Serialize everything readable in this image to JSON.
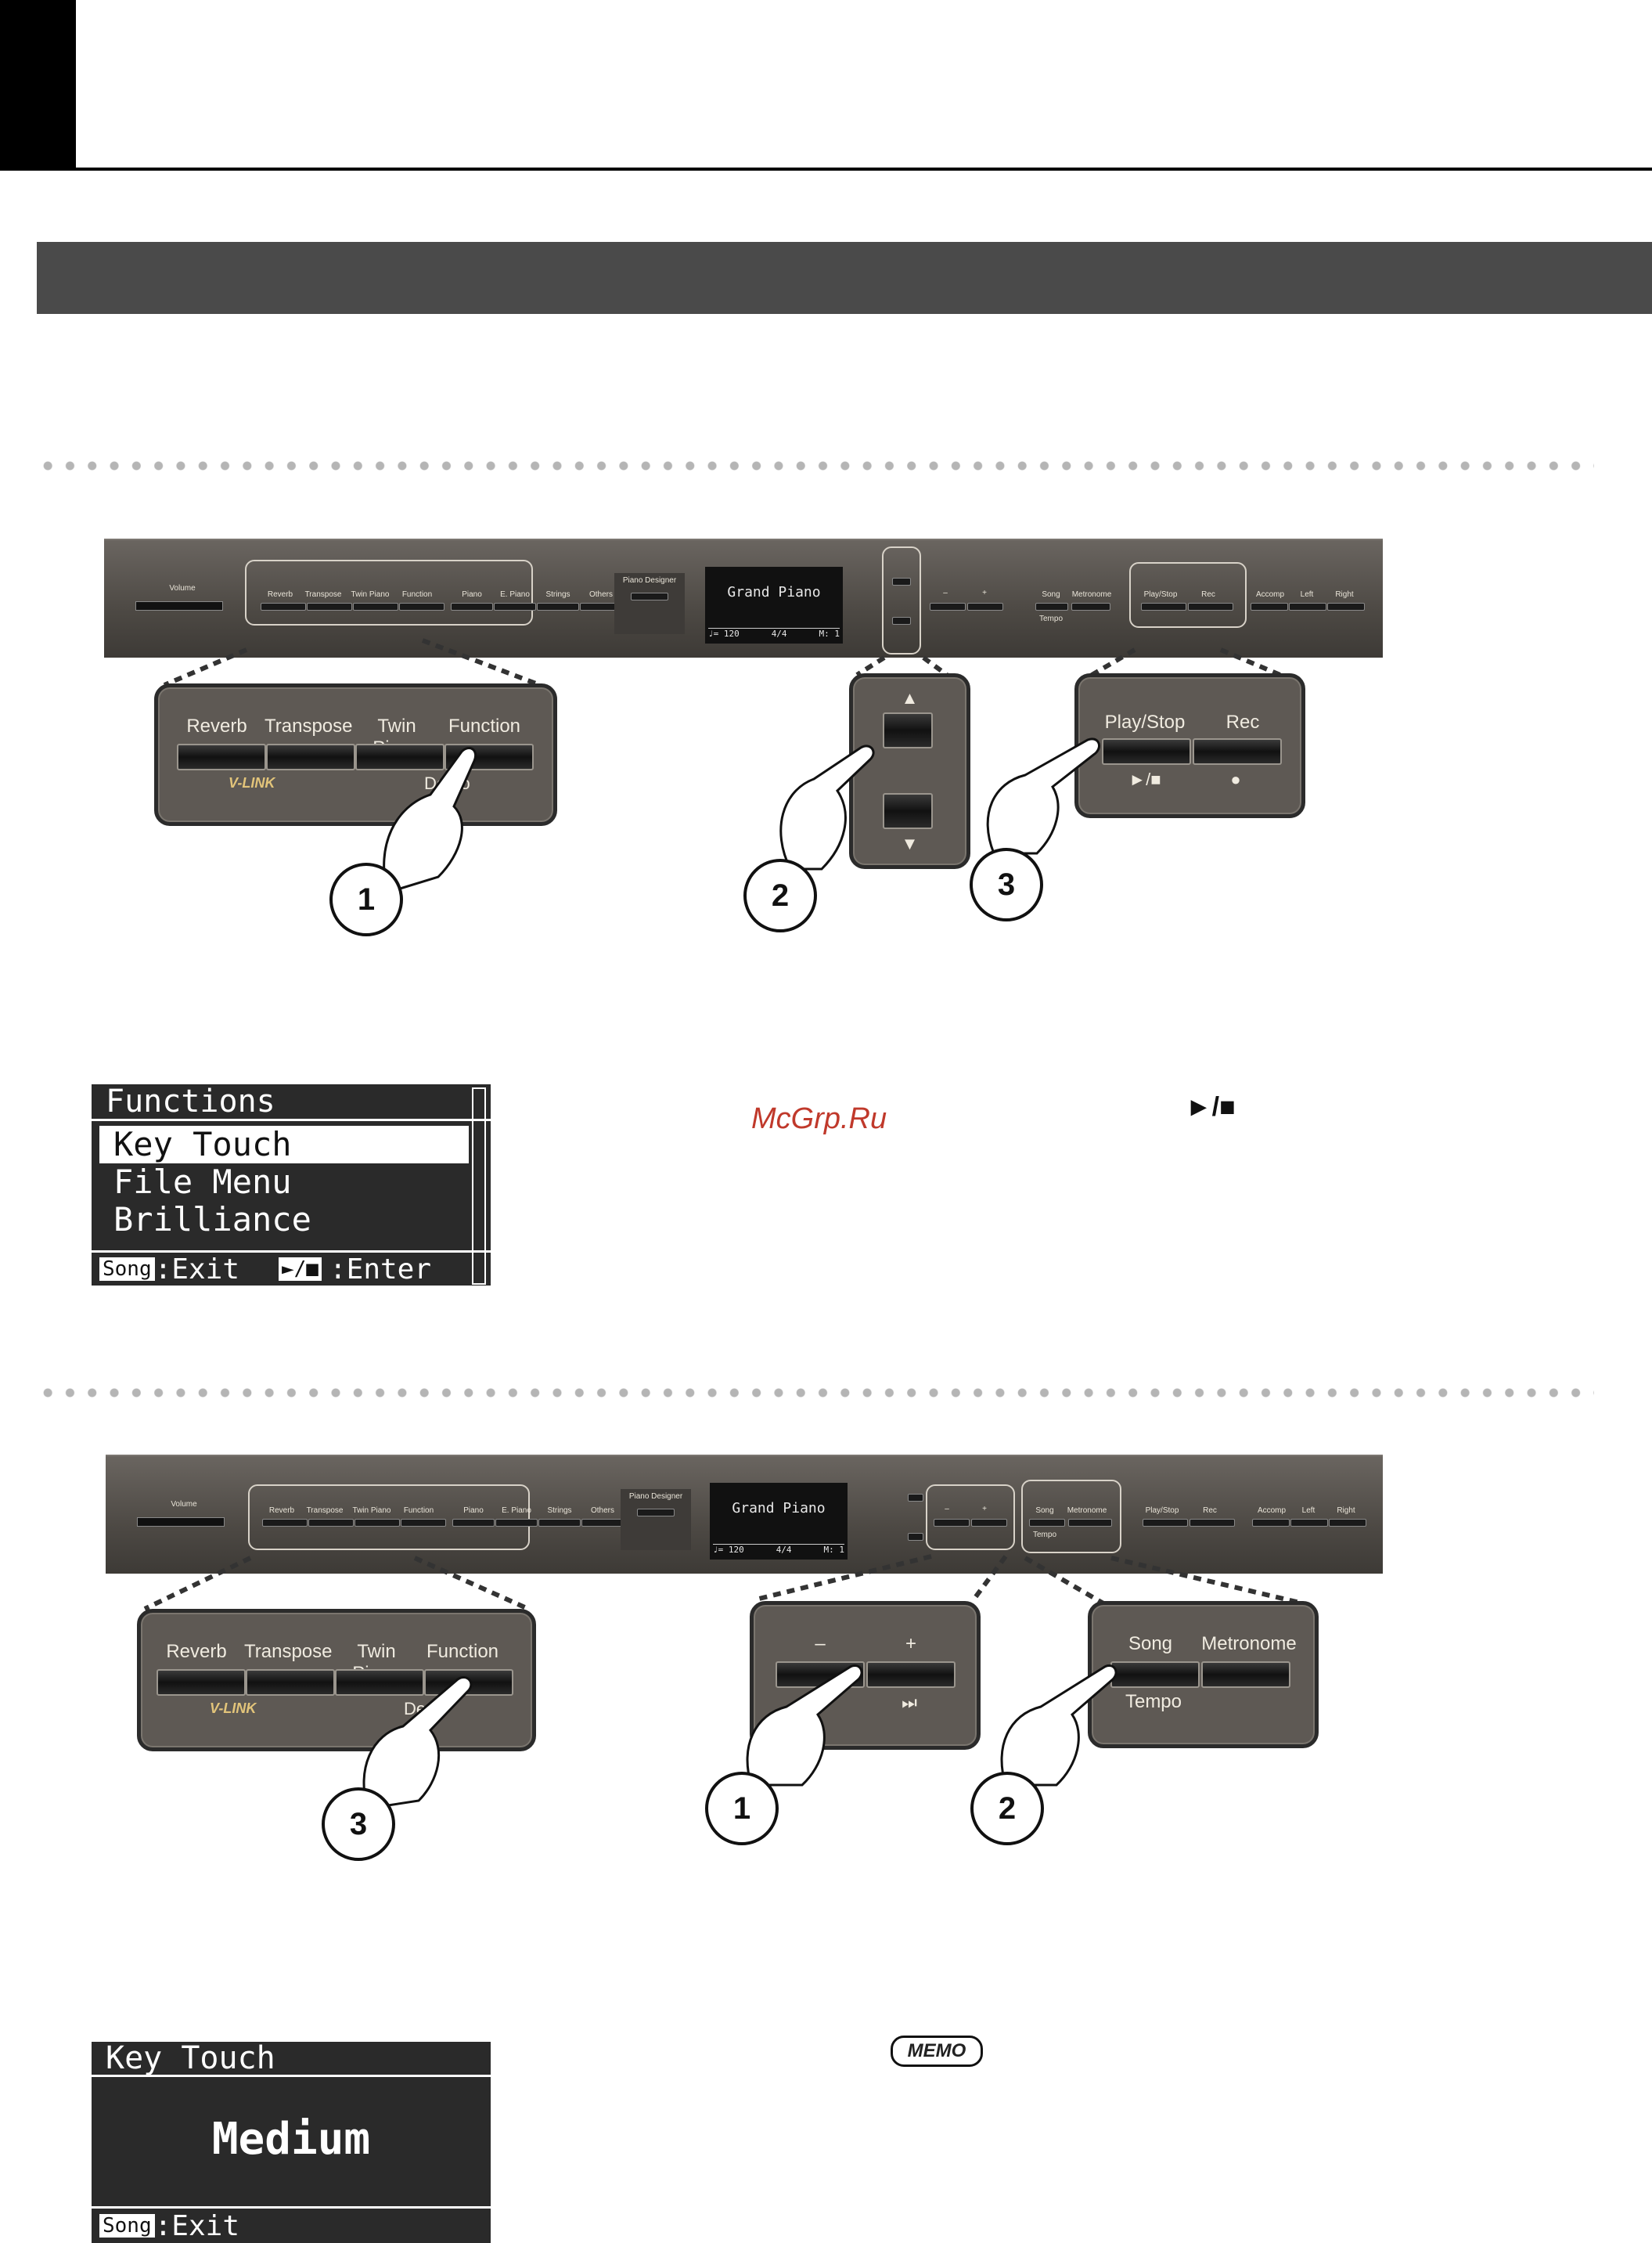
{
  "panel": {
    "volume_label": "Volume",
    "group1_labels": [
      "Reverb",
      "Transpose",
      "Twin Piano",
      "Function"
    ],
    "vlink_label": "V-LINK",
    "demo_label": "Demo",
    "tone_labels": [
      "Piano",
      "E. Piano",
      "Strings",
      "Others"
    ],
    "piano_designer_label": "Piano Designer",
    "display_title": "Grand Piano",
    "display_tempo": "♩= 120",
    "display_beat": "4/4",
    "display_measure": "M:   1",
    "minus_label": "–",
    "plus_label": "+",
    "rewind_icon": "⏮",
    "ffwd_icon": "⏭",
    "song_labels": [
      "Song",
      "Metronome"
    ],
    "tempo_label": "Tempo",
    "play_labels": [
      "Play/Stop",
      "Rec"
    ],
    "play_icon": "►/■",
    "rec_icon": "●",
    "accomp_labels": [
      "Accomp",
      "Left",
      "Right"
    ],
    "up_arrow": "▲",
    "down_arrow": "▼"
  },
  "step_numbers": {
    "one": "1",
    "two": "2",
    "three": "3"
  },
  "functions_screen": {
    "title": "Functions",
    "items": [
      "Key Touch",
      "File Menu",
      "Brilliance"
    ],
    "song_chip": "Song",
    "exit_label": ":Exit",
    "play_chip": "►/■",
    "enter_label": ":Enter"
  },
  "watermark": "McGrp.Ru",
  "play_stop_symbol": "►/■",
  "key_touch_screen": {
    "title": "Key Touch",
    "value": "Medium",
    "song_chip": "Song",
    "exit_label": ":Exit"
  },
  "memo_badge": "MEMO"
}
